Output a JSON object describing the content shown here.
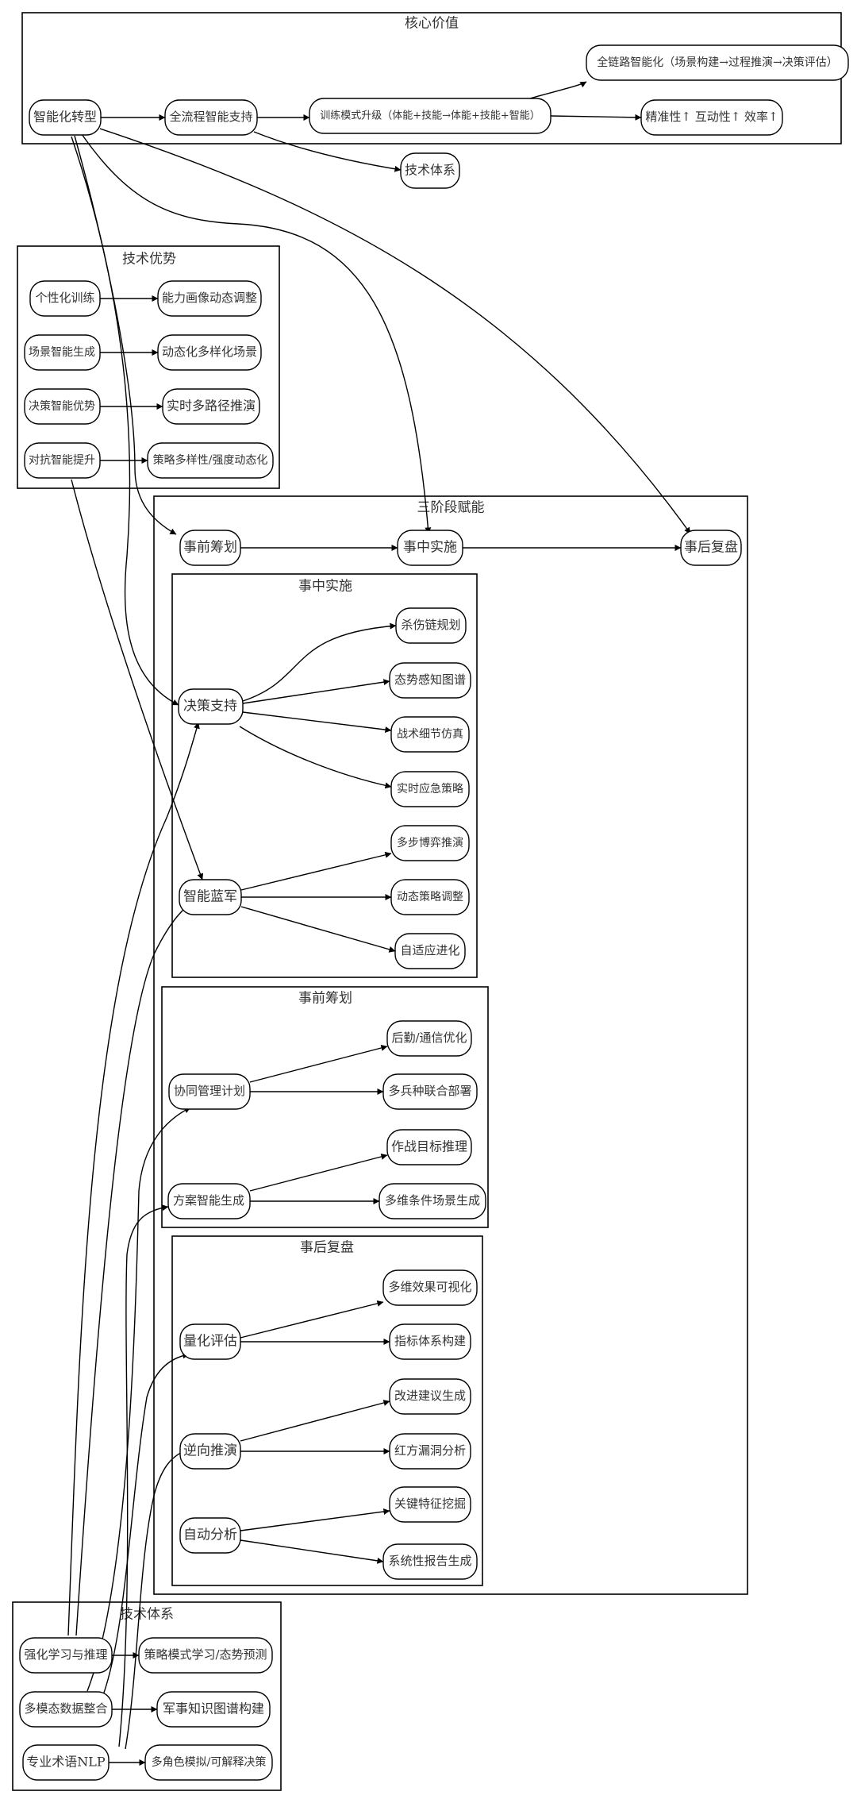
{
  "clusters": {
    "core": "核心价值",
    "tech_adv": "技术优势",
    "three_stage": "三阶段赋能",
    "during": "事中实施",
    "before": "事前筹划",
    "after": "事后复盘",
    "tech_sys": "技术体系"
  },
  "nodes": {
    "transform": "智能化转型",
    "fullflow": "全流程智能支持",
    "training_upgrade": "训练模式升级（体能+技能→体能+技能+智能）",
    "fullchain": "全链路智能化（场景构建→过程推演→决策评估）",
    "precision": "精准性↑ 互动性↑ 效率↑",
    "tech_sys_node": "技术体系",
    "personal_train": "个性化训练",
    "ability_profile": "能力画像动态调整",
    "scene_gen": "场景智能生成",
    "dynamic_scene": "动态化多样化场景",
    "decision_adv": "决策智能优势",
    "realtime_path": "实时多路径推演",
    "adversarial": "对抗智能提升",
    "strategy_div": "策略多样性/强度动态化",
    "pre": "事前筹划",
    "mid": "事中实施",
    "post": "事后复盘",
    "decision_support": "决策支持",
    "killchain": "杀伤链规划",
    "situation_graph": "态势感知图谱",
    "tactic_sim": "战术细节仿真",
    "emergency": "实时应急策略",
    "blue_army": "智能蓝军",
    "multistep": "多步博弈推演",
    "dyn_strategy": "动态策略调整",
    "adaptive": "自适应进化",
    "coord_plan": "协同管理计划",
    "logistics": "后勤/通信优化",
    "joint_deploy": "多兵种联合部署",
    "plan_gen": "方案智能生成",
    "target_infer": "作战目标推理",
    "multi_scene": "多维条件场景生成",
    "quant_eval": "量化评估",
    "multi_vis": "多维效果可视化",
    "index_sys": "指标体系构建",
    "reverse": "逆向推演",
    "improve": "改进建议生成",
    "red_gap": "红方漏洞分析",
    "auto_analysis": "自动分析",
    "key_feature": "关键特征挖掘",
    "sys_report": "系统性报告生成",
    "rl_infer": "强化学习与推理",
    "strategy_learn": "策略模式学习/态势预测",
    "multimodal": "多模态数据整合",
    "mil_kg": "军事知识图谱构建",
    "nlp": "专业术语NLP",
    "multi_role": "多角色模拟/可解释决策"
  }
}
